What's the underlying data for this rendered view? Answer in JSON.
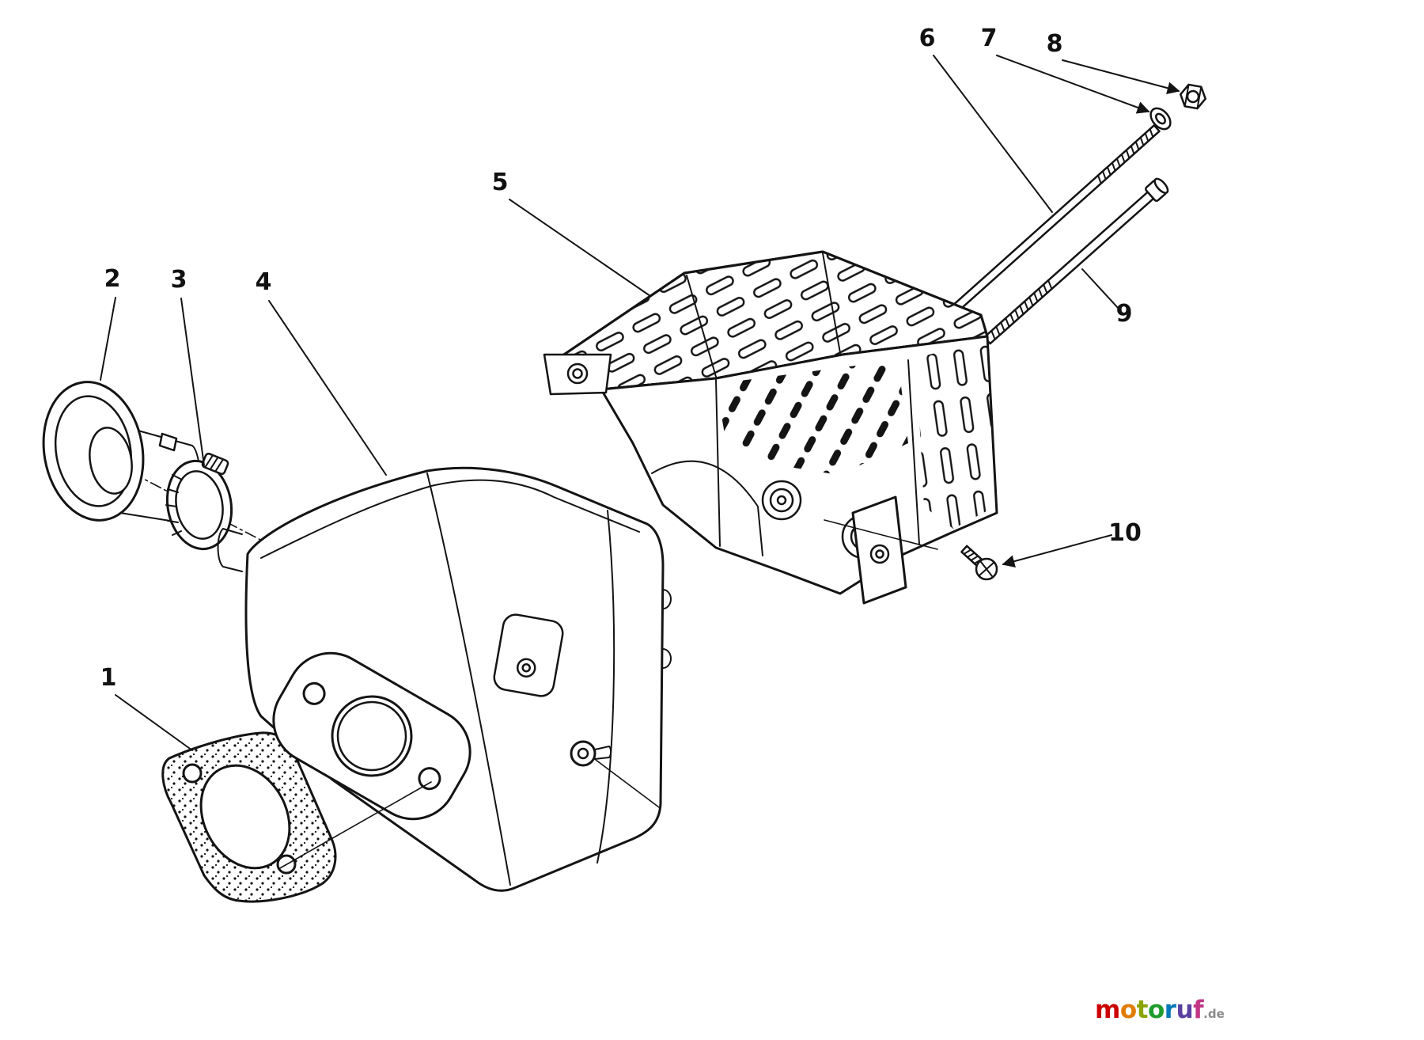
{
  "page": {
    "background": "#ffffff",
    "line_color": "#141414",
    "kind": "exploded-parts-diagram"
  },
  "diagram": {
    "labels": [
      {
        "id": "part-1",
        "text": "1"
      },
      {
        "id": "part-2",
        "text": "2"
      },
      {
        "id": "part-3",
        "text": "3"
      },
      {
        "id": "part-4",
        "text": "4"
      },
      {
        "id": "part-5",
        "text": "5"
      },
      {
        "id": "part-6",
        "text": "6"
      },
      {
        "id": "part-7",
        "text": "7"
      },
      {
        "id": "part-8",
        "text": "8"
      },
      {
        "id": "part-9",
        "text": "9"
      },
      {
        "id": "part-10",
        "text": "10"
      }
    ]
  },
  "watermark": {
    "letters": [
      {
        "char": "m",
        "color": "#cc0000"
      },
      {
        "char": "o",
        "color": "#e07b00"
      },
      {
        "char": "t",
        "color": "#8aa400"
      },
      {
        "char": "o",
        "color": "#1f9d2c"
      },
      {
        "char": "r",
        "color": "#0077b6"
      },
      {
        "char": "u",
        "color": "#5a3fa0"
      },
      {
        "char": "f",
        "color": "#c13584"
      }
    ],
    "suffix": ".de",
    "suffix_color": "#8a8a8a"
  }
}
